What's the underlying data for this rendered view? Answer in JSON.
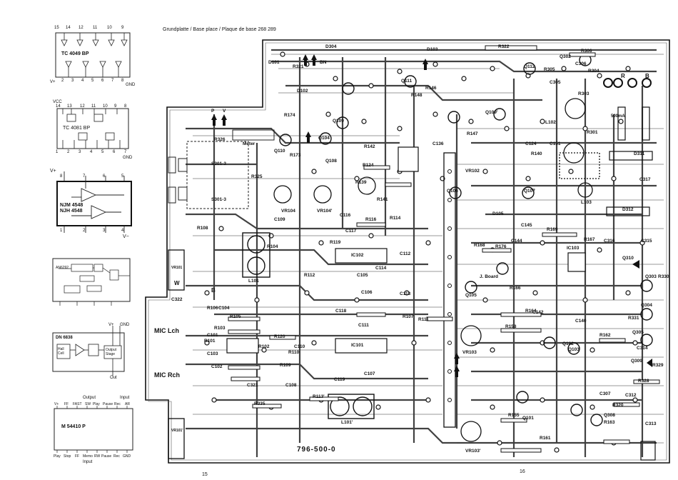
{
  "header": {
    "title": "Grundplatte / Base place / Plaque de base  268 289"
  },
  "page_numbers": {
    "left": "15",
    "right": "16"
  },
  "board_number": "796-500-0",
  "insets": {
    "tc4049": {
      "name": "TC 4049 BP",
      "top_pins": [
        "15",
        "14",
        "12",
        "11",
        "10",
        "9"
      ],
      "bottom_pins": [
        "2",
        "3",
        "4",
        "5",
        "6",
        "7",
        "8"
      ],
      "vplus": "V+",
      "gnd": "GND"
    },
    "tc4081": {
      "name": "TC 4081 BP",
      "vcc": "VCC",
      "top_pins": [
        "14",
        "13",
        "12",
        "11",
        "10",
        "9",
        "8"
      ],
      "bottom_pins": [
        "1",
        "2",
        "3",
        "4",
        "5",
        "6",
        "7"
      ],
      "gnd": "GND"
    },
    "njm4548": {
      "name1": "NJM 4548",
      "name2": "NJH 4548",
      "vplus": "V+",
      "vminus": "V−",
      "top_pins": [
        "8",
        "7",
        "6",
        "5"
      ],
      "bottom_pins": [
        "1",
        "2",
        "3",
        "4"
      ]
    },
    "an6292": {
      "name": "AN6292"
    },
    "dn6838": {
      "name": "DN 6838",
      "vplus": "V+",
      "gnd": "GND",
      "hall": "Hall Cell",
      "output": "Output Stage",
      "out": "Out"
    },
    "m54410": {
      "name": "M 54410 P",
      "output_label": "Output",
      "input_label": "Input",
      "top_pins": [
        "V+",
        "FF",
        "FAST",
        "SW",
        "Play",
        "Pause",
        "Rec",
        "AR"
      ],
      "bottom_pins": [
        "Play",
        "Stop",
        "FF",
        "Memo",
        "RW",
        "Pause",
        "Rec",
        "GND"
      ]
    }
  },
  "pcb_labels": {
    "mic_l": "MIC Lch",
    "mic_r": "MIC Rch",
    "meter": "Meter",
    "s201": "S201-3",
    "s301": "S301-3",
    "l101": "L101",
    "l101b": "L101'",
    "l102": "L102",
    "l103": "L103",
    "ic101": "IC101",
    "ic102": "IC102",
    "ic103": "IC103",
    "vr101": "VR101",
    "vr101b": "VR101'",
    "vr102": "VR102",
    "vr103": "VR103",
    "vr103b": "VR103'",
    "vr104": "VR104",
    "vr104b": "VR104'",
    "q310": "Q310",
    "q311": "D311",
    "q312": "D312",
    "q303": "Q303",
    "q304": "Q304",
    "q305": "Q305",
    "r322": "R322",
    "r306": "R306",
    "q302": "Q302",
    "r303": "R303",
    "fuse": "500mA",
    "c322": "C322",
    "d304": "D304",
    "bn": "BN",
    "r326": "R326",
    "r325": "R325",
    "r335": "R335",
    "r328": "R328",
    "r320": "R320",
    "r330": "R330",
    "r331": "R331",
    "c317": "C317",
    "c316": "C316",
    "c315": "C315",
    "c313": "C313",
    "c312": "C312",
    "c307": "C307",
    "c321": "C321",
    "r105": "R105",
    "r103": "R103",
    "r102": "R102",
    "r101": "R101",
    "r106": "R106",
    "c104": "C104",
    "c101": "C101",
    "c103": "C103",
    "r108": "R108",
    "r120": "R120",
    "r116": "R116",
    "r119": "R119",
    "r112": "R112",
    "r114": "R114",
    "r111": "R111",
    "r107": "R107",
    "r164": "R164",
    "r158": "R158",
    "r155": "R155",
    "r162": "R162",
    "r161": "R161",
    "r163": "R163",
    "r169": "R169",
    "r167": "R167",
    "r176": "R176",
    "r168": "R168",
    "r166": "R166",
    "q101": "Q101",
    "q102": "Q102",
    "q103": "Q103",
    "q105": "Q105",
    "q106": "Q106",
    "q107": "Q107",
    "q108": "Q108",
    "q109": "Q109",
    "c144": "C144",
    "c145": "C145",
    "c142": "C142",
    "c140": "C140",
    "c110": "C110",
    "c108": "C108",
    "c105": "C105",
    "c106": "C106",
    "c114": "C114",
    "c118": "C118",
    "c116": "C116",
    "c117": "C117",
    "c111": "C111",
    "c112": "C112",
    "c113": "C113",
    "c119": "C119",
    "r113": "R113'",
    "c107": "C107",
    "r109": "R109",
    "r110": "R110",
    "c109": "C109",
    "c102": "C102",
    "r104": "R104",
    "jboard": "J. Board",
    "w": "W",
    "b": "B",
    "r_lbl": "R",
    "p": "P",
    "v": "V",
    "d101": "D101",
    "d102": "D102",
    "d103": "D103",
    "d105": "D105",
    "r321": "R321",
    "r141": "R141",
    "r124": "R124",
    "r139": "R139",
    "r142": "R142",
    "r174": "R174",
    "r173": "R173",
    "q110": "Q110",
    "q111": "Q111",
    "q112": "Q112",
    "c136": "C136",
    "c151": "C151",
    "c124": "C124",
    "r140": "R140",
    "r301": "R301",
    "c306": "C306",
    "r304": "R304",
    "c305": "C305",
    "r305": "R305",
    "r146": "R146",
    "r148": "R148",
    "r147": "R147",
    "q104": "Q104",
    "q109b": "Q109'",
    "q309": "Q309",
    "q308": "Q308",
    "r329": "R329",
    "c314": "C314"
  },
  "colors": {
    "ink": "#111111",
    "paper": "#ffffff",
    "trace": "#222222"
  }
}
